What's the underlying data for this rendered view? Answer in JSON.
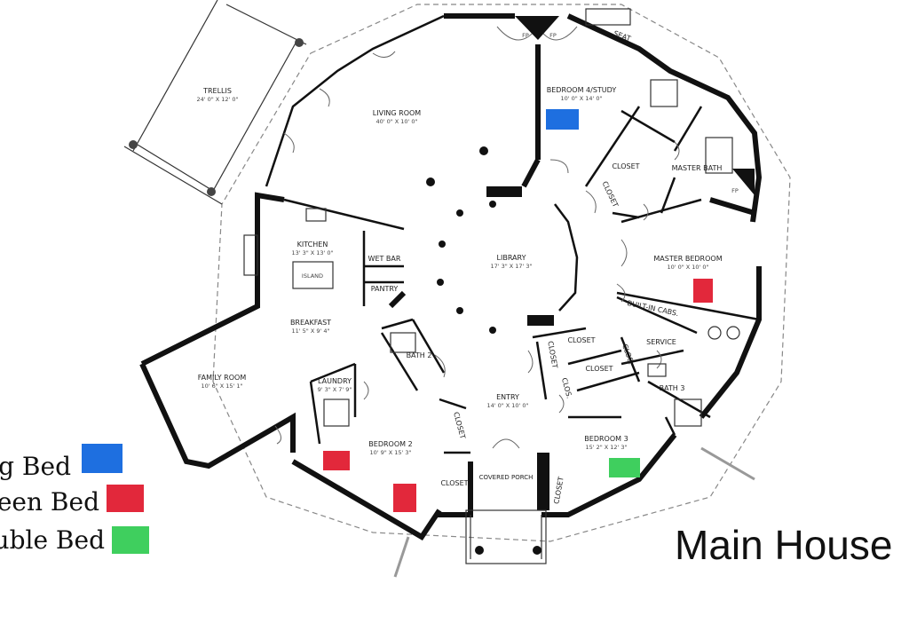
{
  "title": "Main House",
  "legend": [
    {
      "label": "King Bed",
      "color": "#1e6fe0"
    },
    {
      "label": "Queen Bed",
      "color": "#e2283b"
    },
    {
      "label": "Double Bed",
      "color": "#3fcf5e"
    }
  ],
  "rooms": {
    "trellis": {
      "name": "TRELLIS",
      "dims": "24' 0\" X 12' 0\""
    },
    "living_room": {
      "name": "LIVING ROOM",
      "dims": "40' 0\" X 10' 0\""
    },
    "bedroom4": {
      "name": "BEDROOM 4/STUDY",
      "dims": "10' 0\" X 14' 0\""
    },
    "closet_a": {
      "name": "CLOSET"
    },
    "master_bath": {
      "name": "MASTER BATH"
    },
    "closet_b": {
      "name": "CLOSET"
    },
    "master_bedroom": {
      "name": "MASTER BEDROOM",
      "dims": "10' 0\" X 10' 0\""
    },
    "kitchen": {
      "name": "KITCHEN",
      "dims": "13' 3\" X 13' 0\""
    },
    "island": {
      "name": "ISLAND"
    },
    "wet_bar": {
      "name": "WET BAR"
    },
    "pantry": {
      "name": "PANTRY"
    },
    "library": {
      "name": "LIBRARY",
      "dims": "17' 3\" X 17' 3\""
    },
    "breakfast": {
      "name": "BREAKFAST",
      "dims": "11' 5\" X 9' 4\""
    },
    "built_in_cabs": {
      "name": "BUILT-IN CABS."
    },
    "service": {
      "name": "SERVICE"
    },
    "closet_c": {
      "name": "CLOSET"
    },
    "clos_a": {
      "name": "CLOS."
    },
    "clos_b": {
      "name": "CLOS."
    },
    "closet_d": {
      "name": "CLOSET"
    },
    "closet_e": {
      "name": "CLOSET"
    },
    "bath2": {
      "name": "BATH 2"
    },
    "bath3": {
      "name": "BATH 3"
    },
    "family_room": {
      "name": "FAMILY ROOM",
      "dims": "10' 6\" X 15' 1\""
    },
    "laundry": {
      "name": "LAUNDRY",
      "dims": "9' 3\" X 7' 9\""
    },
    "entry": {
      "name": "ENTRY",
      "dims": "14' 0\" X 10' 0\""
    },
    "bedroom2": {
      "name": "BEDROOM 2",
      "dims": "10' 9\" X 15' 3\""
    },
    "closet_f": {
      "name": "CLOSET"
    },
    "closet_g": {
      "name": "CLOSET"
    },
    "bedroom3": {
      "name": "BEDROOM 3",
      "dims": "15' 2\" X 12' 3\""
    },
    "closet_h": {
      "name": "CLOSET"
    },
    "covered_porch": {
      "name": "COVERED PORCH"
    },
    "seat": {
      "name": "SEAT"
    },
    "fp_a": {
      "name": "FP"
    },
    "fp_b": {
      "name": "FP"
    },
    "fp_c": {
      "name": "FP"
    }
  }
}
